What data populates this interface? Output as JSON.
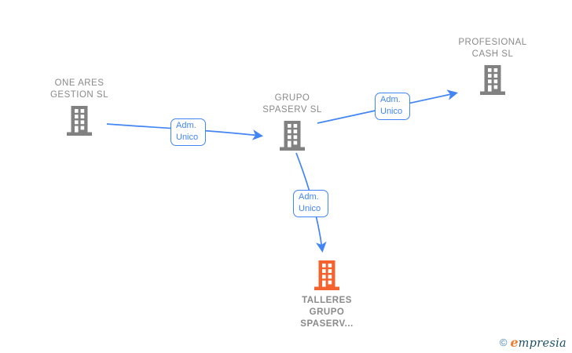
{
  "diagram_type": "corporate-relationship-graph",
  "colors": {
    "edge_blue": "#4285F4",
    "node_gray": "#818181",
    "node_orange": "#F4622D",
    "label_gray": "#8A8A8A",
    "watermark_copyright": "#4181C2",
    "watermark_e": "#ED7D31",
    "watermark_text": "#1F5168"
  },
  "nodes": [
    {
      "id": "one-ares-gestion-sl",
      "lines": [
        "ONE ARES",
        "GESTION  SL"
      ],
      "icon": "building-icon",
      "color": "gray",
      "highlight": false
    },
    {
      "id": "grupo-spaserv-sl",
      "lines": [
        "GRUPO",
        "SPASERV SL"
      ],
      "icon": "building-icon",
      "color": "gray",
      "highlight": false
    },
    {
      "id": "profesional-cash-sl",
      "lines": [
        "PROFESIONAL",
        "CASH  SL"
      ],
      "icon": "building-icon",
      "color": "gray",
      "highlight": false
    },
    {
      "id": "talleres-grupo-spaserv",
      "lines": [
        "TALLERES",
        "GRUPO",
        "SPASERV..."
      ],
      "icon": "building-icon",
      "color": "orange",
      "highlight": true
    }
  ],
  "edges": [
    {
      "from": "one-ares-gestion-sl",
      "to": "grupo-spaserv-sl",
      "label_lines": [
        "Adm.",
        "Unico"
      ]
    },
    {
      "from": "grupo-spaserv-sl",
      "to": "profesional-cash-sl",
      "label_lines": [
        "Adm.",
        "Unico"
      ]
    },
    {
      "from": "grupo-spaserv-sl",
      "to": "talleres-grupo-spaserv",
      "label_lines": [
        "Adm.",
        "Unico"
      ]
    }
  ],
  "watermark": {
    "copyright_symbol": "©",
    "brand_initial": "e",
    "brand_rest": "mpresia"
  }
}
